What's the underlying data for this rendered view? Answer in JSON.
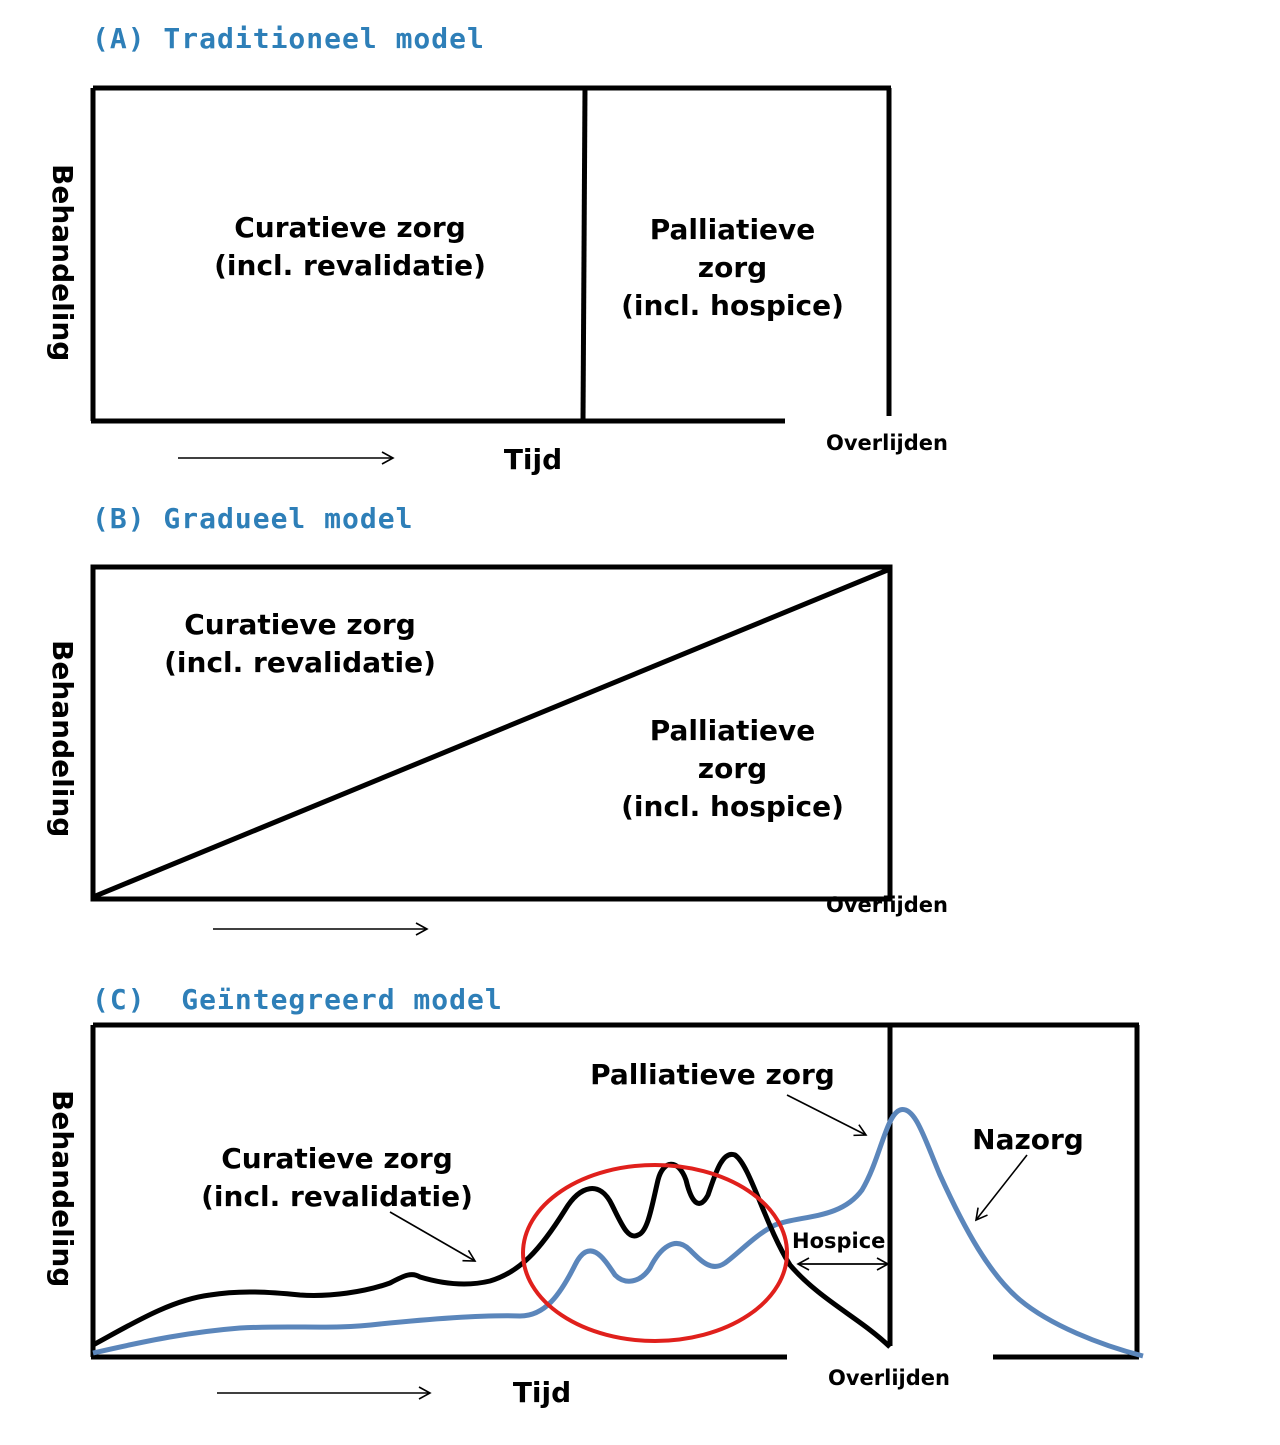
{
  "panel_a": {
    "title": "(A) Traditioneel model",
    "y_label": "Behandeling",
    "curative_lines": [
      "Curatieve zorg",
      "(incl. revalidatie)"
    ],
    "palliative_lines": [
      "Palliatieve",
      "zorg",
      "(incl. hospice)"
    ],
    "x_label": "Tijd",
    "death_label": "Overlijden"
  },
  "panel_b": {
    "title": "(B) Gradueel model",
    "y_label": "Behandeling",
    "curative_lines": [
      "Curatieve zorg",
      "(incl. revalidatie)"
    ],
    "palliative_lines": [
      "Palliatieve",
      "zorg",
      "(incl. hospice)"
    ],
    "death_label": "Overlijden"
  },
  "panel_c": {
    "title": "(C)  Geïntegreerd model",
    "y_label": "Behandeling",
    "curative_lines": [
      "Curatieve zorg",
      "(incl. revalidatie)"
    ],
    "palliative_label": "Palliatieve zorg",
    "hospice_label": "Hospice",
    "aftercare_label": "Nazorg",
    "x_label": "Tijd",
    "death_label": "Overlijden"
  },
  "colors": {
    "title": "#2e7fb8",
    "palliative_curve": "#5b86bb",
    "curative_curve": "#000000",
    "circle": "#e0201c"
  }
}
